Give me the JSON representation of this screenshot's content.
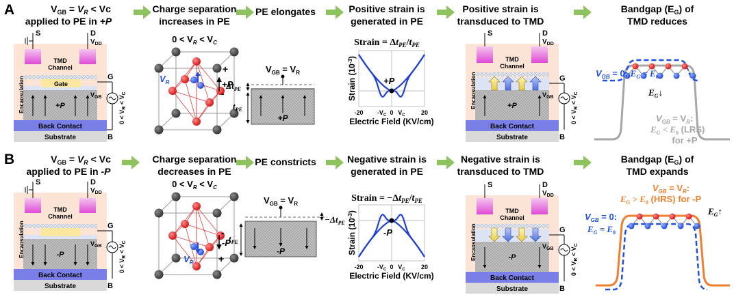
{
  "colors": {
    "arrow_green": "#8DC25E",
    "encapsulation": "#FBE3D6",
    "tmd": "#E04AD6",
    "tmd_light": "#F3C6EF",
    "gate": "#FBE7A0",
    "back_contact": "#7A7FE8",
    "substrate": "#D9D9D9",
    "pe_gray": "#BFBFBF",
    "blue": "#1F4FE0",
    "red": "#EE1C1C",
    "dark": "#404040",
    "gray_curve": "#A6A6A6",
    "orange": "#EE7F2E"
  },
  "panels": [
    {
      "letter": "A",
      "step1": {
        "line1": "V",
        "sub1": "GB",
        "eq": " = ",
        "vr": "V",
        "vr_sub": "R",
        "rest": " < Vc",
        "line2": "applied to PE in ",
        "pol": "+P"
      },
      "step2": {
        "line1": "Charge separation",
        "line2": "increases in PE",
        "cond": "0 < V",
        "cond_sub": "R",
        "cond_rest": " < V",
        "cond_sub2": "C"
      },
      "step3": {
        "line1": "PE elongates"
      },
      "step4": {
        "line1": "Positive strain is",
        "line2": "generated in PE",
        "formula": "Strain = Δt_PE/t_PE"
      },
      "step5": {
        "line1": "Positive strain is",
        "line2": "transduced to TMD"
      },
      "step6": {
        "line1": "Bandgap (E",
        "line1_sub": "G",
        "line1_end": ") of",
        "line2": "TMD reduces"
      },
      "device": {
        "s": "S",
        "d": "D",
        "vdd": "V",
        "vdd_sub": "DD",
        "g": "G",
        "b": "B",
        "vgb": "V",
        "vgb_sub": "GB",
        "tmd": "TMD",
        "channel": "Channel",
        "gate": "Gate",
        "encap": "Encapsulation",
        "pol": "+P",
        "back": "Back Contact",
        "sub": "Substrate",
        "cond": "0 < V",
        "cond_sub": "R",
        "cond_end": " < V",
        "cond_sub2": "C"
      },
      "pe": {
        "vgb": "V",
        "vgb_sub": "GB",
        "eq": " = V",
        "eq_sub": "R",
        "dt": "Δt",
        "dt_sub": "PE",
        "t": "t",
        "t_sub": "PE",
        "pol": "+P"
      },
      "crystal": {
        "vr": "V",
        "vr_sub": "R",
        "plus": "+",
        "minus": "-",
        "pol": "+P"
      },
      "chart": {
        "ylabel": "Strain (10",
        "ylabel_sup": "-3",
        "ylabel_end": ")",
        "xlabel": "Electric Field (KV/cm)",
        "ticks": [
          "-20",
          "-V",
          "0",
          "V",
          "20"
        ],
        "tick_subs": [
          "",
          "C",
          "",
          "C",
          ""
        ],
        "annot": "+P"
      },
      "band": {
        "top": "V",
        "top_sub": "GB",
        "top_end": " = 0: ",
        "top_e": "E",
        "top_e_sub": "G",
        "top_e_end": " = E",
        "top_e0": "0",
        "arrow_lbl": "E",
        "arrow_sub": "G",
        "arrow_sym": "↓",
        "low1": "V",
        "low1_sub": "GB",
        "low1_end": " = V",
        "low1_r": "R",
        "low1_colon": ":",
        "low2": "E",
        "low2_sub": "G",
        "low2_mid": " < E",
        "low2_0": "0",
        "low2_end": " (LRS)",
        "low3": "for +P"
      }
    },
    {
      "letter": "B",
      "step1": {
        "line1": "V",
        "sub1": "GB",
        "eq": " = ",
        "vr": "V",
        "vr_sub": "R",
        "rest": " < Vc",
        "line2": "applied to PE in ",
        "pol": "-P"
      },
      "step2": {
        "line1": "Charge separation",
        "line2": "decreases in PE",
        "cond": "0 < V",
        "cond_sub": "R",
        "cond_rest": " < V",
        "cond_sub2": "C"
      },
      "step3": {
        "line1": "PE constricts"
      },
      "step4": {
        "line1": "Negative strain is",
        "line2": "generated in PE",
        "formula": "Strain = −Δt_PE/t_PE"
      },
      "step5": {
        "line1": "Negative strain is",
        "line2": "transduced to TMD"
      },
      "step6": {
        "line1": "Bandgap (E",
        "line1_sub": "G",
        "line1_end": ") of",
        "line2": "TMD expands"
      },
      "device": {
        "s": "S",
        "d": "D",
        "vdd": "V",
        "vdd_sub": "DD",
        "g": "G",
        "b": "B",
        "vgb": "V",
        "vgb_sub": "GB",
        "tmd": "TMD",
        "channel": "Channel",
        "gate": "",
        "encap": "Encapsulation",
        "pol": "-P",
        "back": "Back Contact",
        "sub": "Substrate",
        "cond": "0 < V",
        "cond_sub": "R",
        "cond_end": " < V",
        "cond_sub2": "C"
      },
      "pe": {
        "vgb": "V",
        "vgb_sub": "GB",
        "eq": " = V",
        "eq_sub": "R",
        "dt": "−Δt",
        "dt_sub": "PE",
        "t": "t",
        "t_sub": "PE",
        "pol": "-P"
      },
      "crystal": {
        "vr": "V",
        "vr_sub": "R",
        "plus": "+",
        "minus": "-",
        "pol": "-P"
      },
      "chart": {
        "ylabel": "Strain (10",
        "ylabel_sup": "-3",
        "ylabel_end": ")",
        "xlabel": "Electric Field (KV/cm)",
        "ticks": [
          "-20",
          "-V",
          "0",
          "V",
          "20"
        ],
        "tick_subs": [
          "",
          "C",
          "",
          "C",
          ""
        ],
        "annot": "-P"
      },
      "band": {
        "top": "V",
        "top_sub": "GB",
        "top_end": " = V",
        "top_r": "R",
        "top_colon": ":",
        "top2": "E",
        "top2_sub": "G",
        "top2_mid": " > E",
        "top2_0": "0",
        "top2_end": " (HRS) for -P",
        "arrow_lbl": "E",
        "arrow_sub": "G",
        "arrow_sym": "↑",
        "low1": "V",
        "low1_sub": "GB",
        "low1_end": " = 0:",
        "low2": "E",
        "low2_sub": "G",
        "low2_mid": " = E",
        "low2_0": "0"
      }
    }
  ]
}
